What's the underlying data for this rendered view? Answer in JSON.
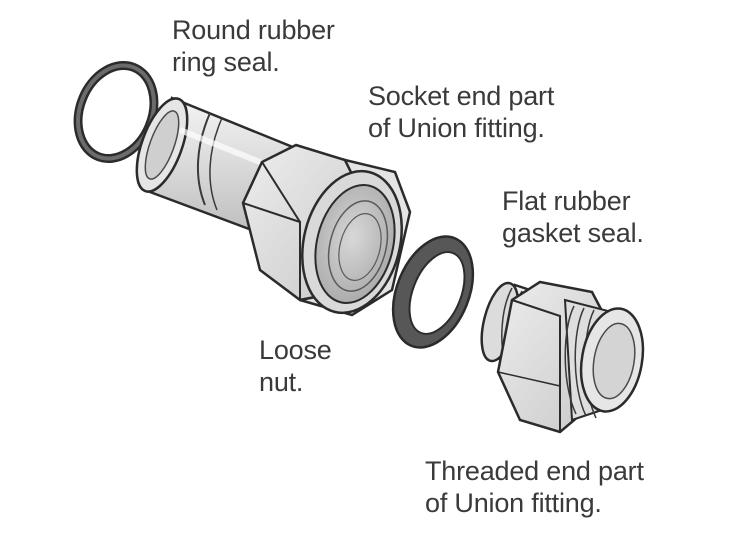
{
  "labels": {
    "round_seal": {
      "line1": "Round rubber",
      "line2": "ring seal."
    },
    "socket_end": {
      "line1": "Socket end part",
      "line2": "of Union fitting."
    },
    "flat_gasket": {
      "line1": "Flat rubber",
      "line2": "gasket seal."
    },
    "loose_nut": {
      "line1": "Loose",
      "line2": "nut."
    },
    "threaded_end": {
      "line1": "Threaded end part",
      "line2": "of Union fitting."
    }
  },
  "colors": {
    "metal_light": "#e9e9e9",
    "metal_mid": "#d2d2d2",
    "metal_dark": "#b9b9b9",
    "outline": "#2b2b2b",
    "rubber": "#575757",
    "text": "#3a3a3a"
  }
}
